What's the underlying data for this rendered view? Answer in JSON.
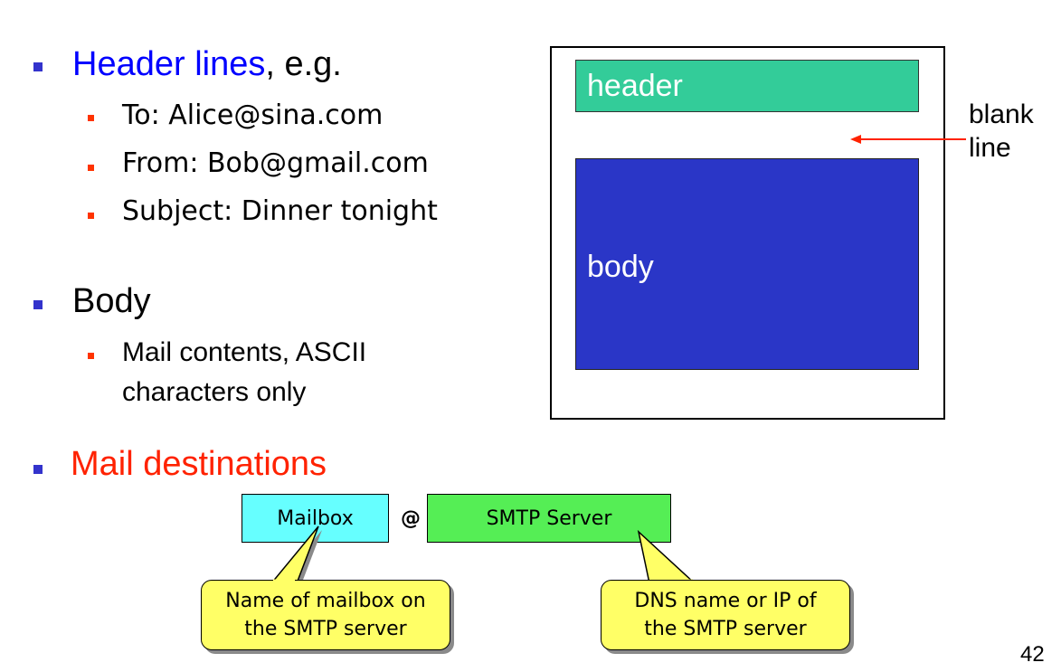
{
  "bullets": {
    "header": {
      "highlight": "Header lines",
      "rest": ", e.g."
    },
    "to": "To: Alice@sina.com",
    "from": "From: Bob@gmail.com",
    "subject": "Subject: Dinner tonight",
    "body": "Body",
    "mail_contents_line1": "Mail contents, ASCII",
    "mail_contents_line2": "characters only",
    "destinations": "Mail destinations"
  },
  "diagram": {
    "header_label": "header",
    "body_label": "body",
    "blank_line_label_1": "blank",
    "blank_line_label_2": "line"
  },
  "address": {
    "mailbox": "Mailbox",
    "at": "@",
    "server": "SMTP Server"
  },
  "callouts": {
    "mailbox_line1": "Name of mailbox on",
    "mailbox_line2": "the SMTP server",
    "server_line1": "DNS name or IP of",
    "server_line2": "the SMTP server"
  },
  "page_number": "42",
  "colors": {
    "bullet": "#3333cc",
    "subbullet": "#ff3300",
    "header_bar": "#33cc99",
    "body_block": "#2a36c7",
    "mailbox_tag": "#66ffff",
    "server_tag": "#55ee55",
    "callout": "#ffff66"
  }
}
